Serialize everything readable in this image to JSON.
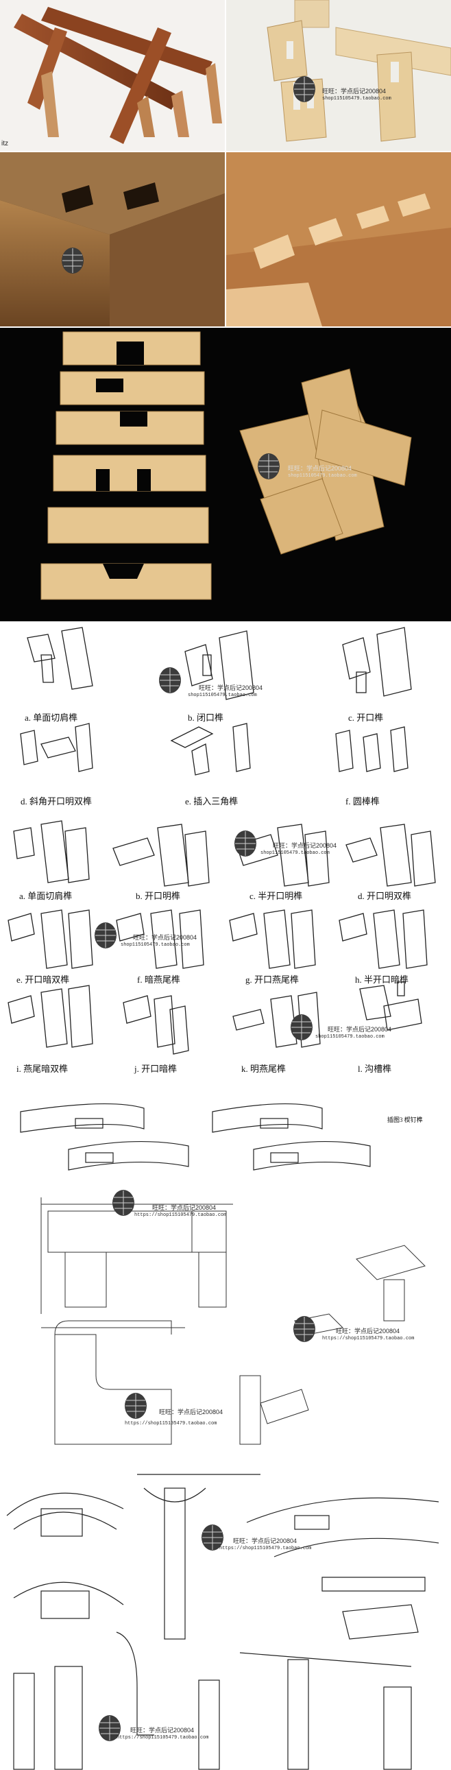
{
  "photo_label": "itz",
  "watermarks": [
    {
      "shop": "旺旺：学点后记200804",
      "url": "shop115105479.taobao.com"
    },
    {
      "shop": "旺旺：学点后记200804",
      "url": "https://shop115105479.taobao.com"
    }
  ],
  "joint_set_1": {
    "captions": [
      "a. 单面切肩榫",
      "b. 闭口榫",
      "c. 开口榫",
      "d. 斜角开口明双榫",
      "e. 插入三角榫",
      "f. 圆棒榫"
    ]
  },
  "joint_set_2": {
    "captions": [
      "a. 单面切肩榫",
      "b. 开口明榫",
      "c. 半开口明榫",
      "d. 开口明双榫",
      "e. 开口暗双榫",
      "f. 暗燕尾榫",
      "g. 开口燕尾榫",
      "h. 半开口暗榫",
      "i. 燕尾暗双榫",
      "j. 开口暗榫",
      "k. 明燕尾榫",
      "l. 沟槽榫"
    ]
  },
  "figure_3": {
    "title": "插图3 楔钉榫"
  },
  "colors": {
    "wood_light": "#e8c79a",
    "wood_mid": "#c99662",
    "wood_dark": "#8a5a2e",
    "black_bg": "#050505",
    "line": "#222222"
  }
}
